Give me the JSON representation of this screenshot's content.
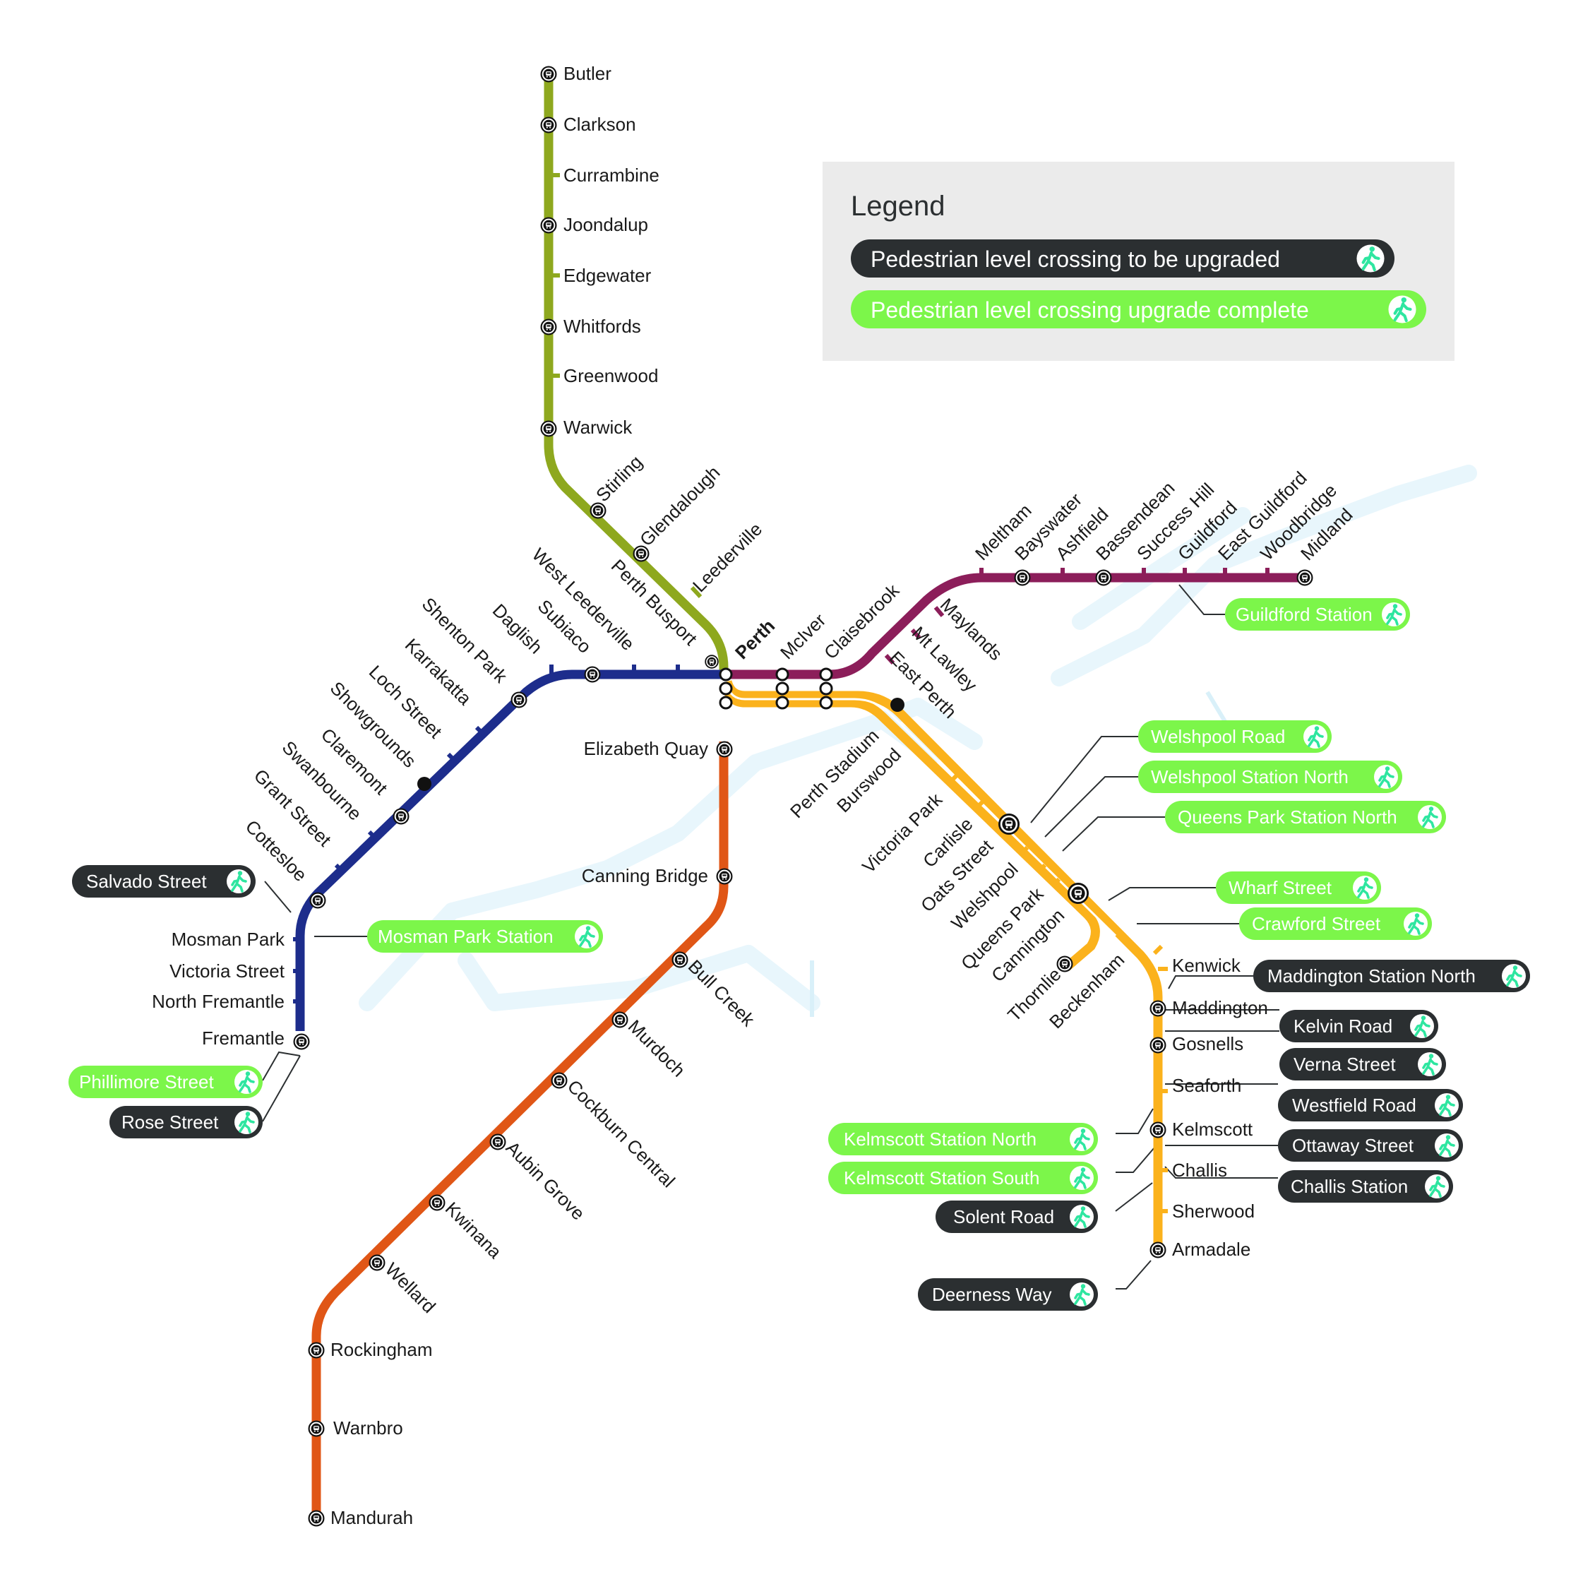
{
  "legend": {
    "title": "Legend",
    "to_be_upgraded": "Pedestrian level crossing to be upgraded",
    "upgrade_complete": "Pedestrian level crossing upgrade complete"
  },
  "colors": {
    "joondalup_line": "#8ea81e",
    "mandurah_line": "#e05616",
    "fremantle_line": "#1d2d8c",
    "midland_line": "#8c1e5a",
    "armadale_line": "#fbb21c",
    "pill_dark": "#2b2f31",
    "pill_green": "#7cf64a",
    "walker_icon": "#2ee6a0",
    "legend_bg": "#ebebeb",
    "background_river": "#e8f6fc"
  },
  "stations": {
    "butler": "Butler",
    "clarkson": "Clarkson",
    "currambine": "Currambine",
    "joondalup": "Joondalup",
    "edgewater": "Edgewater",
    "whitfords": "Whitfords",
    "greenwood": "Greenwood",
    "warwick": "Warwick",
    "stirling": "Stirling",
    "glendalough": "Glendalough",
    "leederville": "Leederville",
    "perth_busport": "Perth Busport",
    "perth": "Perth",
    "mciver": "McIver",
    "claisebrook": "Claisebrook",
    "west_leederville": "West Leederville",
    "subiaco": "Subiaco",
    "daglish": "Daglish",
    "shenton_park": "Shenton Park",
    "karrakatta": "Karrakatta",
    "loch_street": "Loch Street",
    "showgrounds": "Showgrounds",
    "claremont": "Claremont",
    "swanbourne": "Swanbourne",
    "grant_street": "Grant Street",
    "cottesloe": "Cottesloe",
    "mosman_park": "Mosman Park",
    "victoria_street": "Victoria Street",
    "north_fremantle": "North Fremantle",
    "fremantle": "Fremantle",
    "elizabeth_quay": "Elizabeth Quay",
    "canning_bridge": "Canning Bridge",
    "bull_creek": "Bull Creek",
    "murdoch": "Murdoch",
    "cockburn_central": "Cockburn Central",
    "aubin_grove": "Aubin Grove",
    "kwinana": "Kwinana",
    "wellard": "Wellard",
    "rockingham": "Rockingham",
    "warnbro": "Warnbro",
    "mandurah": "Mandurah",
    "meltham": "Meltham",
    "bayswater": "Bayswater",
    "ashfield": "Ashfield",
    "bassendean": "Bassendean",
    "success_hill": "Success Hill",
    "guildford": "Guildford",
    "east_guildford": "East Guildford",
    "woodbridge": "Woodbridge",
    "midland": "Midland",
    "maylands": "Maylands",
    "mt_lawley": "Mt Lawley",
    "east_perth": "East Perth",
    "perth_stadium": "Perth Stadium",
    "burswood": "Burswood",
    "victoria_park": "Victoria Park",
    "carlisle": "Carlisle",
    "oats_street": "Oats Street",
    "welshpool": "Welshpool",
    "queens_park": "Queens Park",
    "cannington": "Cannington",
    "thornlie": "Thornlie",
    "beckenham": "Beckenham",
    "kenwick": "Kenwick",
    "maddington": "Maddington",
    "gosnells": "Gosnells",
    "seaforth": "Seaforth",
    "kelmscott": "Kelmscott",
    "challis": "Challis",
    "sherwood": "Sherwood",
    "armadale": "Armadale"
  },
  "crossings": {
    "salvado_street": "Salvado Street",
    "mosman_park_station": "Mosman Park Station",
    "phillimore_street": "Phillimore Street",
    "rose_street": "Rose Street",
    "guildford_station": "Guildford Station",
    "welshpool_road": "Welshpool Road",
    "welshpool_station_north": "Welshpool Station North",
    "queens_park_station_north": "Queens Park Station North",
    "wharf_street": "Wharf Street",
    "crawford_street": "Crawford Street",
    "maddington_station_north": "Maddington Station North",
    "kelvin_road": "Kelvin Road",
    "verna_street": "Verna Street",
    "westfield_road": "Westfield Road",
    "ottaway_street": "Ottaway Street",
    "challis_station": "Challis Station",
    "kelmscott_station_north": "Kelmscott Station North",
    "kelmscott_station_south": "Kelmscott Station South",
    "solent_road": "Solent Road",
    "deerness_way": "Deerness Way"
  }
}
